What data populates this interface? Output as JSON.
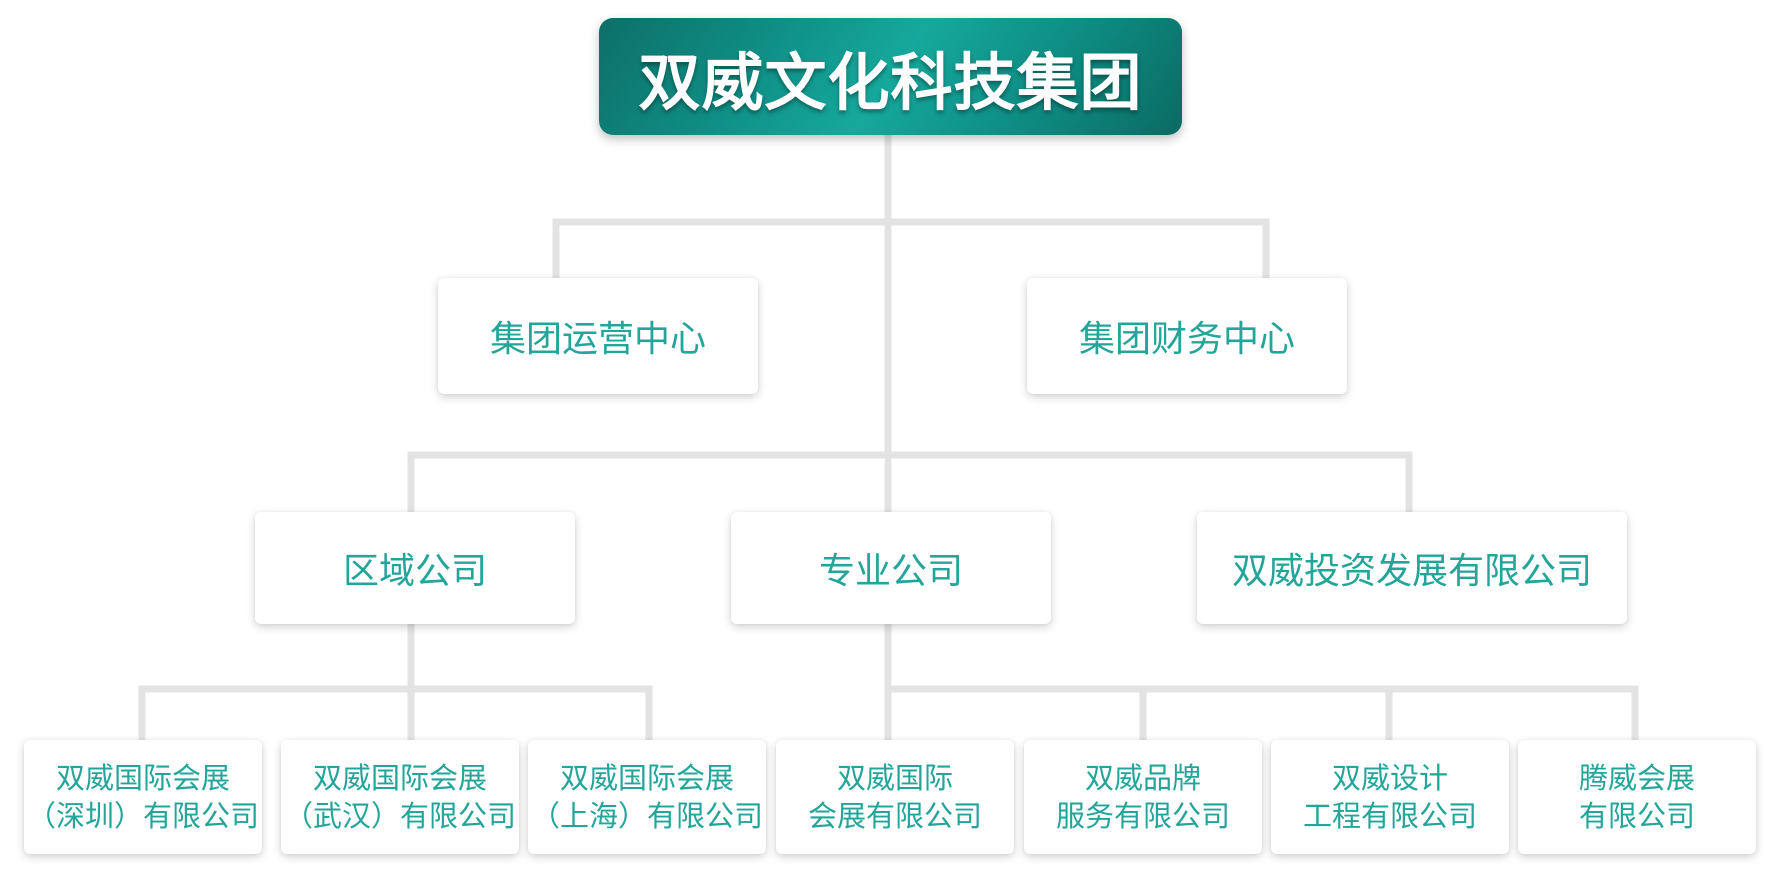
{
  "org": {
    "root": "双威文化科技集团",
    "centers": [
      "集团运营中心",
      "集团财务中心"
    ],
    "divisions": [
      "区域公司",
      "专业公司",
      "双威投资发展有限公司"
    ],
    "regional": [
      [
        "双威国际会展",
        "（深圳）有限公司"
      ],
      [
        "双威国际会展",
        "（武汉）有限公司"
      ],
      [
        "双威国际会展",
        "（上海）有限公司"
      ]
    ],
    "professional": [
      [
        "双威国际",
        "会展有限公司"
      ],
      [
        "双威品牌",
        "服务有限公司"
      ],
      [
        "双威设计",
        "工程有限公司"
      ],
      [
        "腾威会展",
        "有限公司"
      ]
    ]
  },
  "colors": {
    "accent_text": "#23a59a",
    "root_gradient_start": "#0d6f68",
    "root_gradient_mid": "#16a89c",
    "connector": "#e3e3e3"
  }
}
